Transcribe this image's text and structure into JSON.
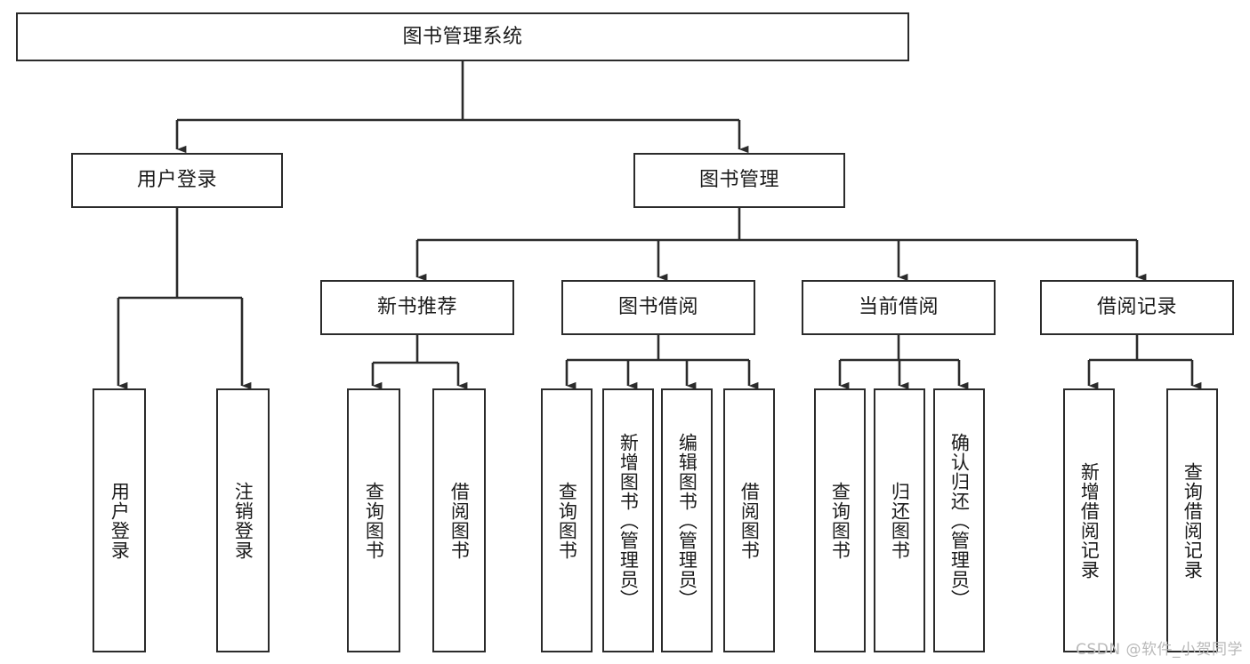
{
  "diagram": {
    "title": "图书管理系统",
    "type": "tree-hierarchy-diagram",
    "colors": {
      "border": "#2b2b2b",
      "background": "#ffffff",
      "text": "#1b1b1b",
      "watermark": "#b9b9b9"
    },
    "root": {
      "label": "图书管理系统"
    },
    "level1": [
      {
        "label": "用户登录"
      },
      {
        "label": "图书管理"
      }
    ],
    "level2": [
      {
        "label": "新书推荐"
      },
      {
        "label": "图书借阅"
      },
      {
        "label": "当前借阅"
      },
      {
        "label": "借阅记录"
      }
    ],
    "leaves": {
      "user_login": [
        {
          "label": "用户登录"
        },
        {
          "label": "注销登录"
        }
      ],
      "new_book_recommend": [
        {
          "label": "查询图书"
        },
        {
          "label": "借阅图书"
        }
      ],
      "book_borrow": [
        {
          "label": "查询图书"
        },
        {
          "label": "新增图书（管理员）"
        },
        {
          "label": "编辑图书（管理员）"
        },
        {
          "label": "借阅图书"
        }
      ],
      "current_borrow": [
        {
          "label": "查询图书"
        },
        {
          "label": "归还图书"
        },
        {
          "label": "确认归还（管理员）"
        }
      ],
      "borrow_record": [
        {
          "label": "新增借阅记录"
        },
        {
          "label": "查询借阅记录"
        }
      ]
    }
  },
  "watermark": {
    "text": "CSDN @软件_小贺同学"
  }
}
